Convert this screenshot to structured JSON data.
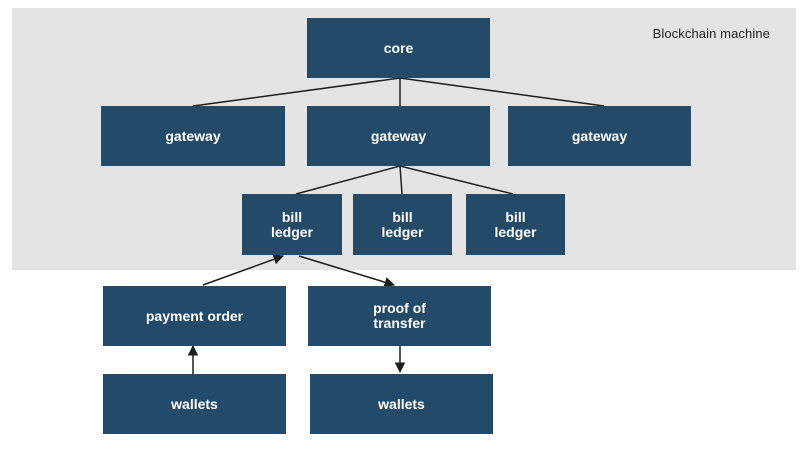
{
  "diagram": {
    "region_label": "Blockchain machine",
    "nodes": {
      "core": "core",
      "gateway_1": "gateway",
      "gateway_2": "gateway",
      "gateway_3": "gateway",
      "bill_ledger_1": "bill\nledger",
      "bill_ledger_2": "bill\nledger",
      "bill_ledger_3": "bill\nledger",
      "payment_order": "payment order",
      "proof_of_transfer": "proof of\ntransfer",
      "wallets_1": "wallets",
      "wallets_2": "wallets"
    },
    "edges": [
      {
        "from": "core",
        "to": "gateway_1",
        "arrow": false
      },
      {
        "from": "core",
        "to": "gateway_2",
        "arrow": false
      },
      {
        "from": "core",
        "to": "gateway_3",
        "arrow": false
      },
      {
        "from": "gateway_2",
        "to": "bill_ledger_1",
        "arrow": false
      },
      {
        "from": "gateway_2",
        "to": "bill_ledger_2",
        "arrow": false
      },
      {
        "from": "gateway_2",
        "to": "bill_ledger_3",
        "arrow": false
      },
      {
        "from": "payment_order",
        "to": "bill_ledger_1",
        "arrow": true
      },
      {
        "from": "bill_ledger_1",
        "to": "proof_of_transfer",
        "arrow": true
      },
      {
        "from": "wallets_1",
        "to": "payment_order",
        "arrow": true
      },
      {
        "from": "proof_of_transfer",
        "to": "wallets_2",
        "arrow": true
      }
    ],
    "colors": {
      "node_fill": "#234a69",
      "node_text": "#ffffff",
      "region_fill": "#e4e4e5",
      "edge": "#1e1e1e"
    }
  }
}
